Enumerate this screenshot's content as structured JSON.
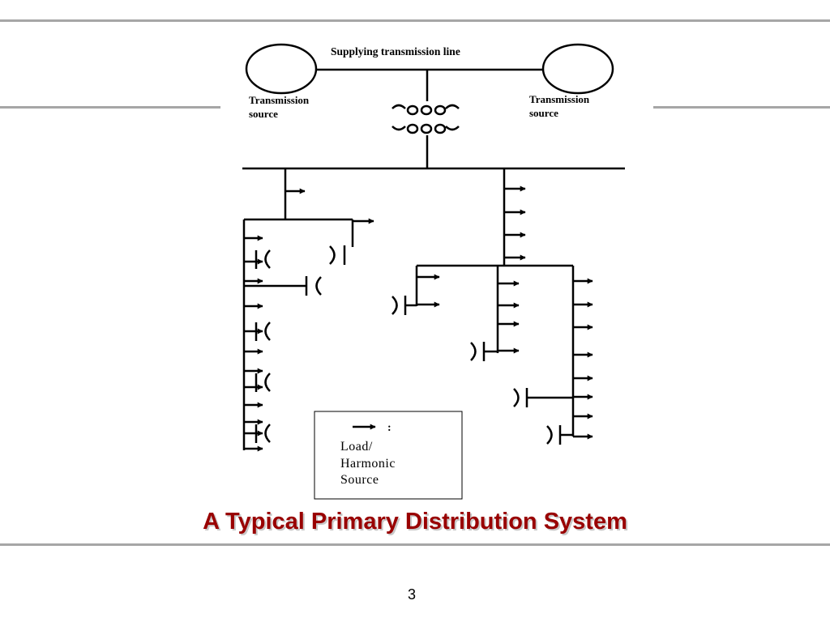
{
  "slide": {
    "title": "A Typical Primary Distribution System",
    "page_number": "3"
  },
  "diagram": {
    "line_label": "Supplying transmission line",
    "source_left_label": [
      "Transmission",
      "source"
    ],
    "source_right_label": [
      "Transmission",
      "source"
    ],
    "legend": {
      "symbol": ":",
      "lines": [
        "Load/",
        "Harmonic",
        "Source"
      ]
    }
  }
}
